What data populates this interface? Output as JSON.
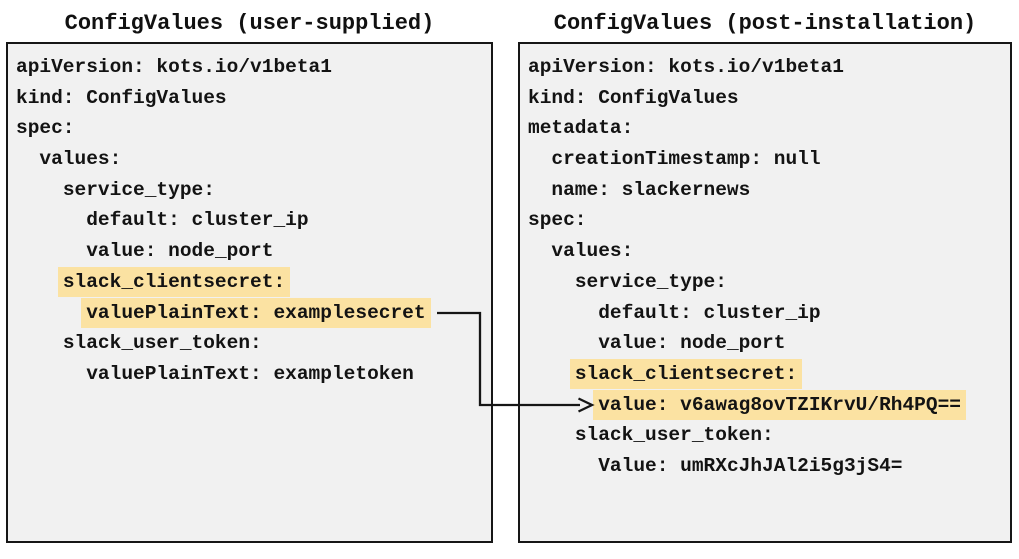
{
  "diagram": {
    "colors": {
      "highlight": "#fbe2a2",
      "panel_background": "#f1f1f1",
      "panel_border": "#161616",
      "text": "#131313"
    },
    "panels": [
      {
        "title": "ConfigValues (user-supplied)",
        "lines": [
          {
            "indent": "",
            "text": "apiVersion: kots.io/v1beta1",
            "highlight": false
          },
          {
            "indent": "",
            "text": "kind: ConfigValues",
            "highlight": false
          },
          {
            "indent": "",
            "text": "spec:",
            "highlight": false
          },
          {
            "indent": "  ",
            "text": "values:",
            "highlight": false
          },
          {
            "indent": "    ",
            "text": "service_type:",
            "highlight": false
          },
          {
            "indent": "      ",
            "text": "default: cluster_ip",
            "highlight": false
          },
          {
            "indent": "      ",
            "text": "value: node_port",
            "highlight": false
          },
          {
            "indent": "    ",
            "text": "slack_clientsecret:",
            "highlight": true
          },
          {
            "indent": "      ",
            "text": "valuePlainText: examplesecret",
            "highlight": true
          },
          {
            "indent": "    ",
            "text": "slack_user_token:",
            "highlight": false
          },
          {
            "indent": "      ",
            "text": "valuePlainText: exampletoken",
            "highlight": false
          }
        ]
      },
      {
        "title": "ConfigValues (post-installation)",
        "lines": [
          {
            "indent": "",
            "text": "apiVersion: kots.io/v1beta1",
            "highlight": false
          },
          {
            "indent": "",
            "text": "kind: ConfigValues",
            "highlight": false
          },
          {
            "indent": "",
            "text": "metadata:",
            "highlight": false
          },
          {
            "indent": "  ",
            "text": "creationTimestamp: null",
            "highlight": false
          },
          {
            "indent": "  ",
            "text": "name: slackernews",
            "highlight": false
          },
          {
            "indent": "",
            "text": "spec:",
            "highlight": false
          },
          {
            "indent": "  ",
            "text": "values:",
            "highlight": false
          },
          {
            "indent": "    ",
            "text": "service_type:",
            "highlight": false
          },
          {
            "indent": "      ",
            "text": "default: cluster_ip",
            "highlight": false
          },
          {
            "indent": "      ",
            "text": "value: node_port",
            "highlight": false
          },
          {
            "indent": "    ",
            "text": "slack_clientsecret:",
            "highlight": true
          },
          {
            "indent": "      ",
            "text": "value: v6awag8ovTZIKrvU/Rh4PQ==",
            "highlight": true
          },
          {
            "indent": "    ",
            "text": "slack_user_token:",
            "highlight": false
          },
          {
            "indent": "      ",
            "text": "Value: umRXcJhJAl2i5g3jS4=",
            "highlight": false
          }
        ]
      }
    ],
    "arrow": {
      "from": "valuePlainText: examplesecret",
      "to": "value: v6awag8ovTZIKrvU/Rh4PQ=="
    }
  }
}
